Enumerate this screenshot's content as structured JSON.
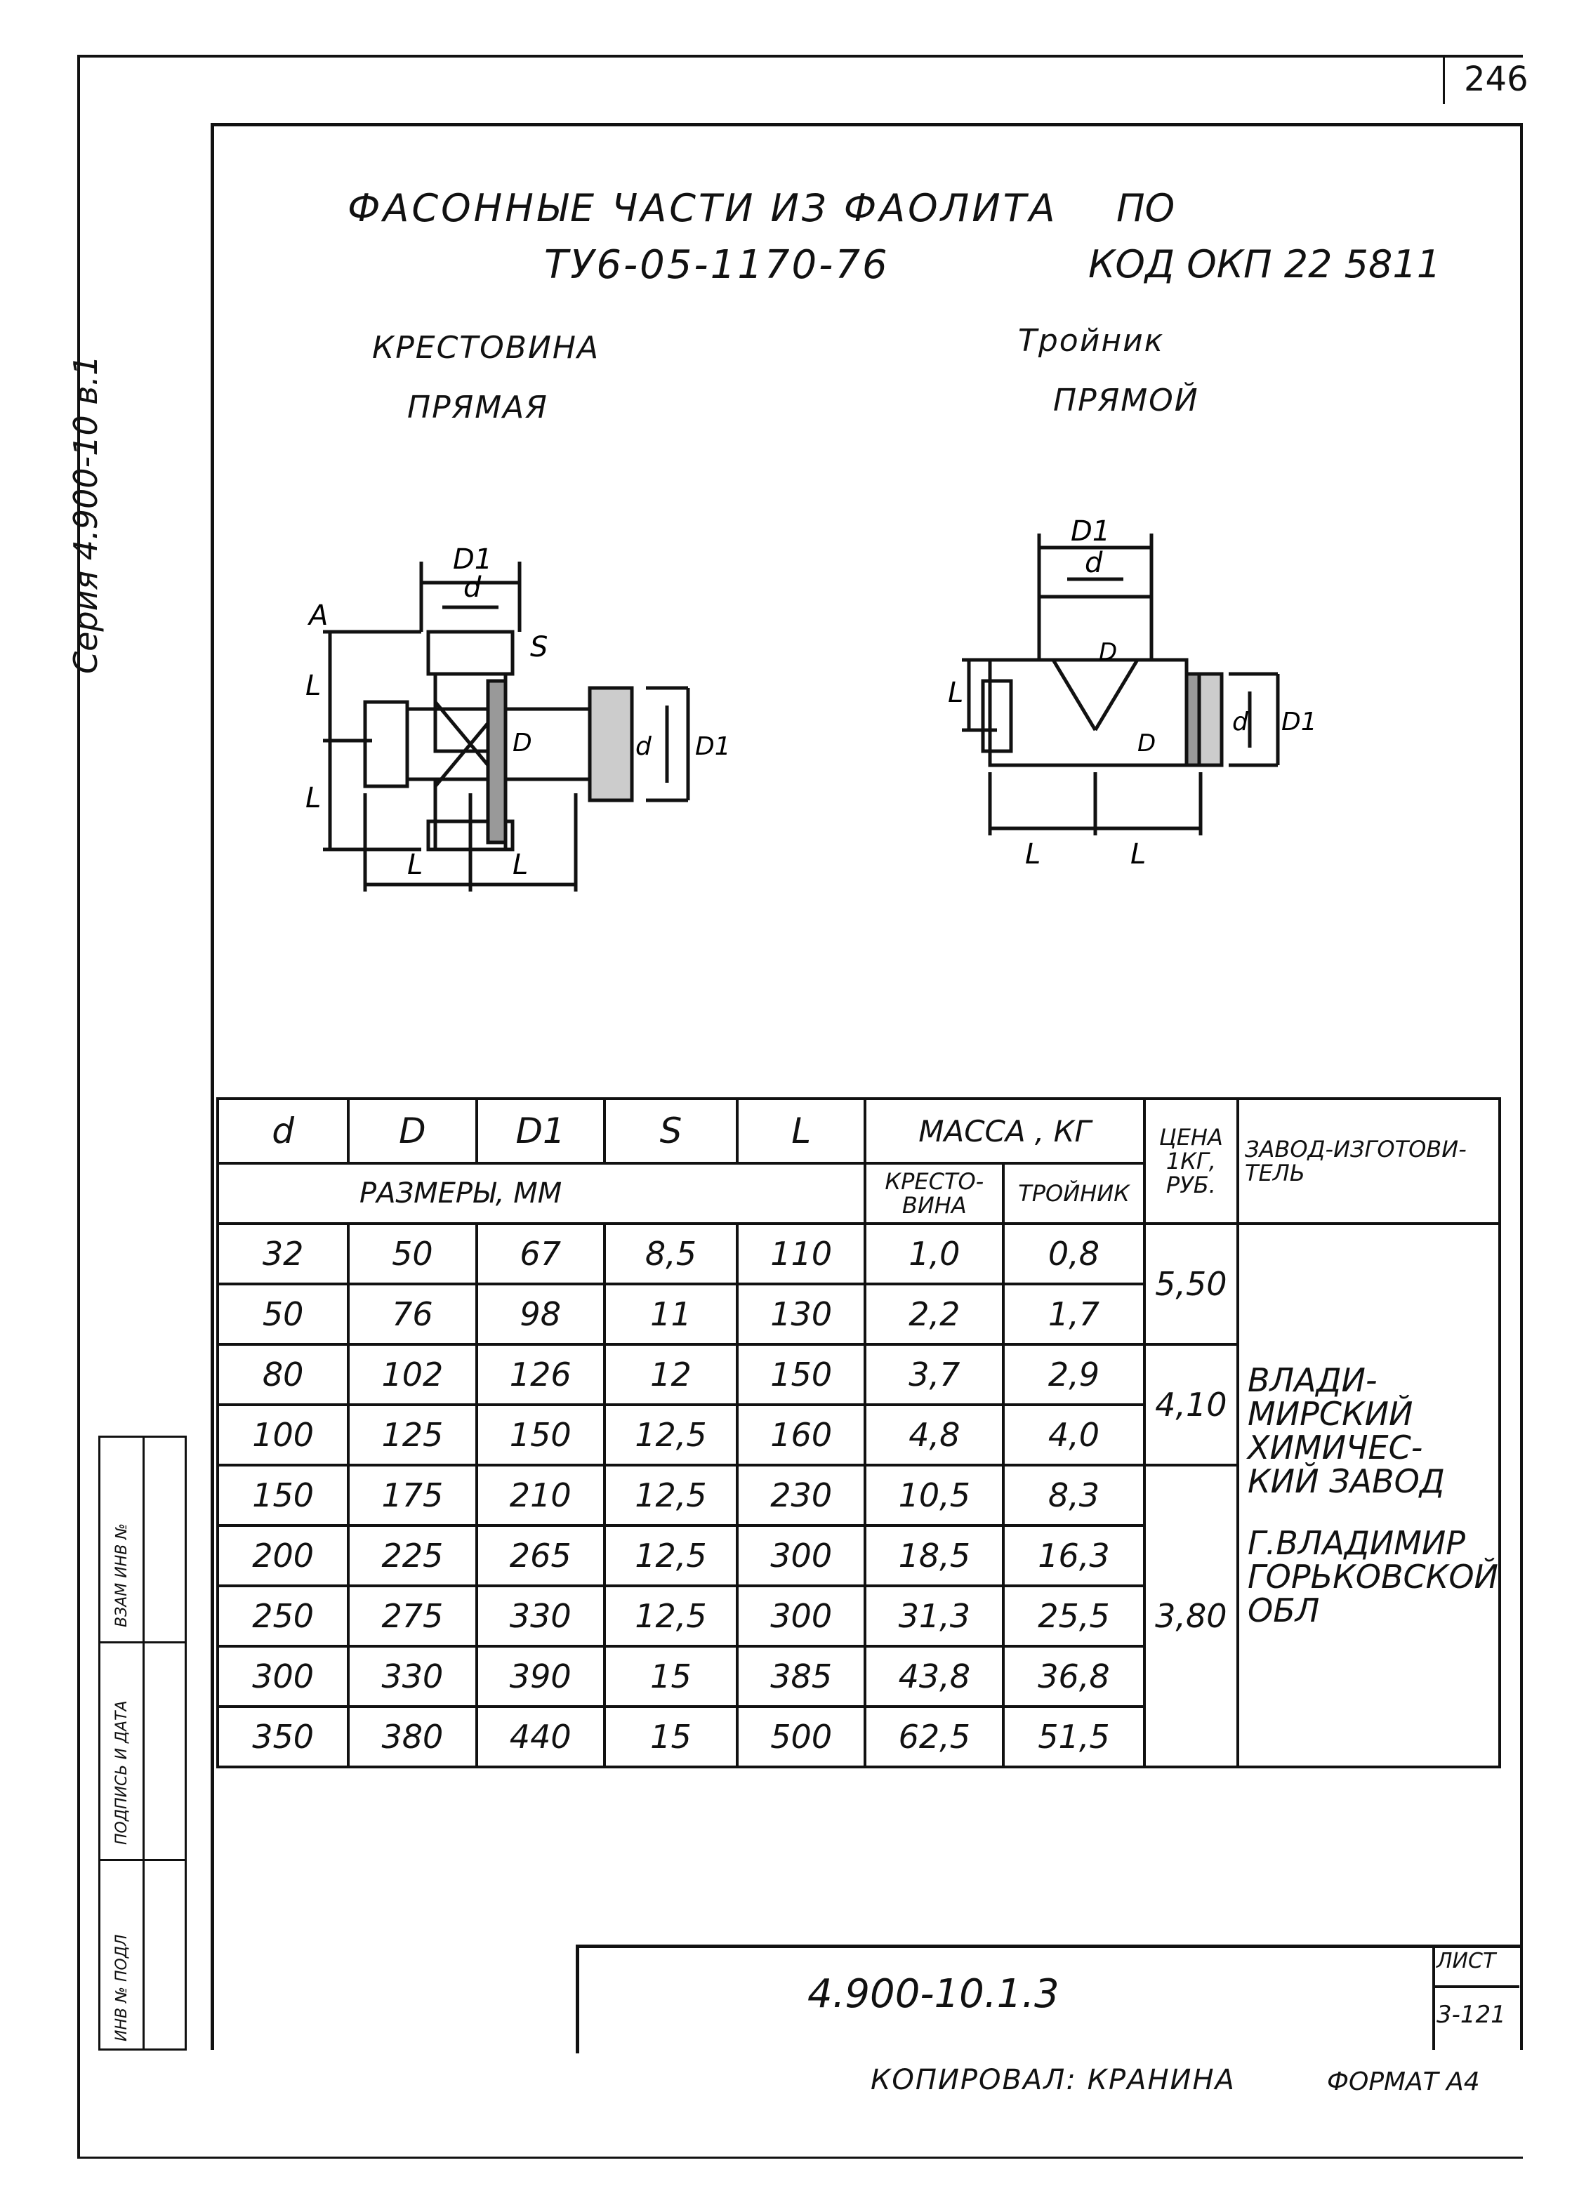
{
  "page_number": "246",
  "series_label": "Серия 4.900-10 в.1",
  "title": {
    "line1": "ФАСОННЫЕ ЧАСТИ ИЗ ФАОЛИТА",
    "line1_suffix": "ПО",
    "line2": "ТУ6-05-1170-76",
    "line2_suffix": "КОД ОКП 22 5811"
  },
  "parts": {
    "cross": {
      "name": "КРЕСТОВИНА",
      "subtitle": "ПРЯМАЯ"
    },
    "tee": {
      "name": "Тройник",
      "subtitle": "ПРЯМОЙ"
    }
  },
  "drawing_labels": {
    "D1": "D1",
    "d": "d",
    "S": "S",
    "A": "A",
    "L": "L",
    "D": "D"
  },
  "table": {
    "headers": {
      "d": "d",
      "D": "D",
      "D1": "D1",
      "S": "S",
      "L": "L",
      "mass": "МАССА , КГ",
      "price": "ЦЕНА 1КГ, РУБ.",
      "plant": "ЗАВОД-ИЗГОТОВИ-ТЕЛЬ",
      "sizes": "РАЗМЕРЫ, ММ",
      "mass_cross": "КРЕСТО-ВИНА",
      "mass_tee": "ТРОЙНИК"
    },
    "rows": [
      {
        "d": "32",
        "D": "50",
        "D1": "67",
        "S": "8,5",
        "L": "110",
        "mc": "1,0",
        "mt": "0,8"
      },
      {
        "d": "50",
        "D": "76",
        "D1": "98",
        "S": "11",
        "L": "130",
        "mc": "2,2",
        "mt": "1,7"
      },
      {
        "d": "80",
        "D": "102",
        "D1": "126",
        "S": "12",
        "L": "150",
        "mc": "3,7",
        "mt": "2,9"
      },
      {
        "d": "100",
        "D": "125",
        "D1": "150",
        "S": "12,5",
        "L": "160",
        "mc": "4,8",
        "mt": "4,0"
      },
      {
        "d": "150",
        "D": "175",
        "D1": "210",
        "S": "12,5",
        "L": "230",
        "mc": "10,5",
        "mt": "8,3"
      },
      {
        "d": "200",
        "D": "225",
        "D1": "265",
        "S": "12,5",
        "L": "300",
        "mc": "18,5",
        "mt": "16,3"
      },
      {
        "d": "250",
        "D": "275",
        "D1": "330",
        "S": "12,5",
        "L": "300",
        "mc": "31,3",
        "mt": "25,5"
      },
      {
        "d": "300",
        "D": "330",
        "D1": "390",
        "S": "15",
        "L": "385",
        "mc": "43,8",
        "mt": "36,8"
      },
      {
        "d": "350",
        "D": "380",
        "D1": "440",
        "S": "15",
        "L": "500",
        "mc": "62,5",
        "mt": "51,5"
      }
    ],
    "prices": [
      "5,50",
      "4,10",
      "3,80"
    ],
    "plant_text": [
      "ВЛАДИ-",
      "МИРСКИЙ",
      "ХИМИЧЕС-",
      "КИЙ ЗАВОД",
      "",
      "Г.ВЛАДИМИР",
      "ГОРЬКОВСКОЙ",
      "ОБЛ"
    ]
  },
  "sidebar": {
    "inv_original": "ИНВ № ПОДЛ",
    "signature_date": "ПОДПИСЬ И ДАТА",
    "replaces_inv": "ВЗАМ ИНВ №"
  },
  "stamp": {
    "doc_code": "4.900-10.1.3",
    "sheet_label": "ЛИСТ",
    "sheet_number": "3-121"
  },
  "footer": {
    "copied": "КОПИРОВАЛ: КРАНИНА",
    "format": "ФОРМАТ А4"
  }
}
